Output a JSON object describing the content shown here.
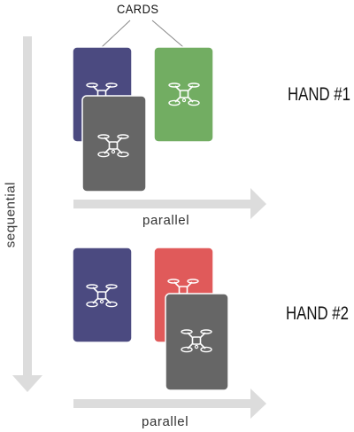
{
  "labels": {
    "cards": "CARDS",
    "sequential": "sequential",
    "parallel": "parallel"
  },
  "hands": [
    {
      "title": "HAND #1",
      "cards": [
        "indigo",
        "green",
        "gray"
      ]
    },
    {
      "title": "HAND #2",
      "cards": [
        "indigo",
        "red",
        "gray"
      ]
    }
  ],
  "colors": {
    "indigo": "#4b4a80",
    "green": "#72ad62",
    "red": "#e05a5a",
    "gray": "#666666",
    "arrow": "#dcdcdc",
    "card_border": "#ffffff",
    "icon": "#ffffff"
  },
  "card_icon": "drone-icon"
}
